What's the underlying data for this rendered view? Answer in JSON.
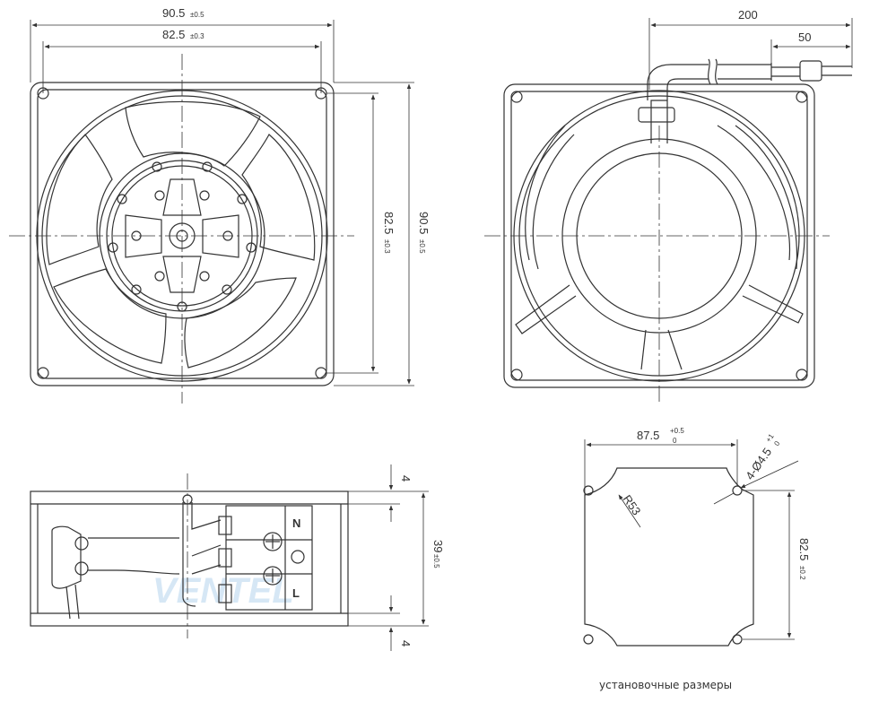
{
  "front_view": {
    "outer_width": "90.5",
    "outer_width_tol": "±0.5",
    "hole_spacing": "82.5",
    "hole_spacing_tol": "±0.3",
    "vertical_hole_spacing": "82.5",
    "vertical_hole_spacing_tol": "±0.3",
    "outer_height": "90.5",
    "outer_height_tol": "±0.5"
  },
  "rear_view": {
    "cable_length": "200",
    "strip_length": "50"
  },
  "side_view": {
    "top_flange": "4",
    "depth": "39",
    "depth_tol": "±0.5",
    "bottom_flange": "4",
    "terminal_n": "N",
    "terminal_l": "L",
    "watermark": "VENTEL"
  },
  "mounting": {
    "cutout_width": "87.5",
    "cutout_tol_upper": "+0.5",
    "cutout_tol_lower": "0",
    "holes": "4-Ø4.5",
    "holes_tol_upper": "+1",
    "holes_tol_lower": "0",
    "radius": "R53",
    "hole_spacing": "82.5",
    "hole_spacing_tol": "±0.2",
    "caption": "установочные размеры"
  }
}
